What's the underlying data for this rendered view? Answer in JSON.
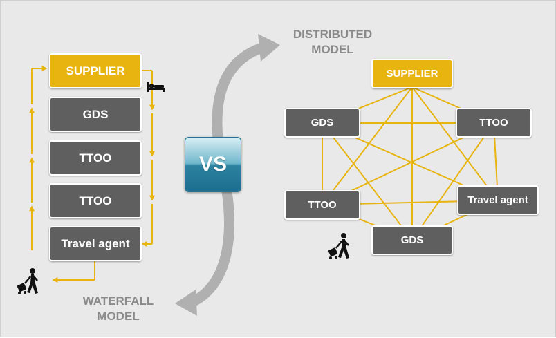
{
  "colors": {
    "accent": "#e8b410",
    "box": "#5f5f5f",
    "arrow": "#b0b0b0",
    "background": "#e9e9e9"
  },
  "icons": [
    "bed-icon",
    "traveler-icon",
    "curved-arrow-icon"
  ],
  "waterfall": {
    "title_line1": "WATERFALL",
    "title_line2": "MODEL",
    "boxes": [
      "SUPPLIER",
      "GDS",
      "TTOO",
      "TTOO",
      "Travel agent"
    ]
  },
  "vs_label": "VS",
  "distributed": {
    "title_line1": "DISTRIBUTED",
    "title_line2": "MODEL",
    "boxes": [
      "SUPPLIER",
      "GDS",
      "TTOO",
      "TTOO",
      "Travel agent",
      "GDS"
    ]
  }
}
